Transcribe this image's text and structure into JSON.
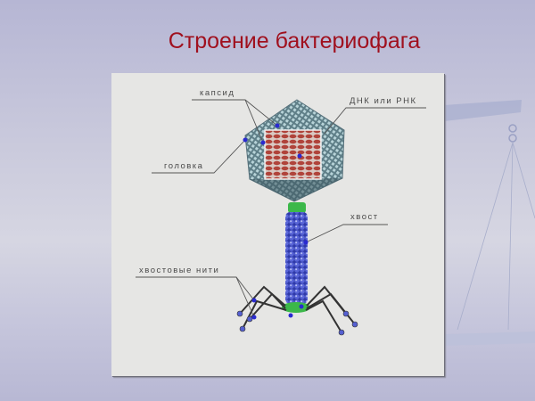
{
  "slide": {
    "title": "Строение бактериофага",
    "colors": {
      "title": "#a0101e",
      "background": "#c6c6dc",
      "panel": "#e6e6e4",
      "capsid": "#6f8f96",
      "dna": "#b0433a",
      "tail": "#4a56c8",
      "collar": "#3cb84a",
      "marker": "#2a2ad0"
    }
  },
  "diagram": {
    "labels": {
      "capsid": "капсид",
      "dna_rna": "ДНК или РНК",
      "head": "головка",
      "tail": "хвост",
      "tail_fibers": "хвостовые нити"
    }
  }
}
